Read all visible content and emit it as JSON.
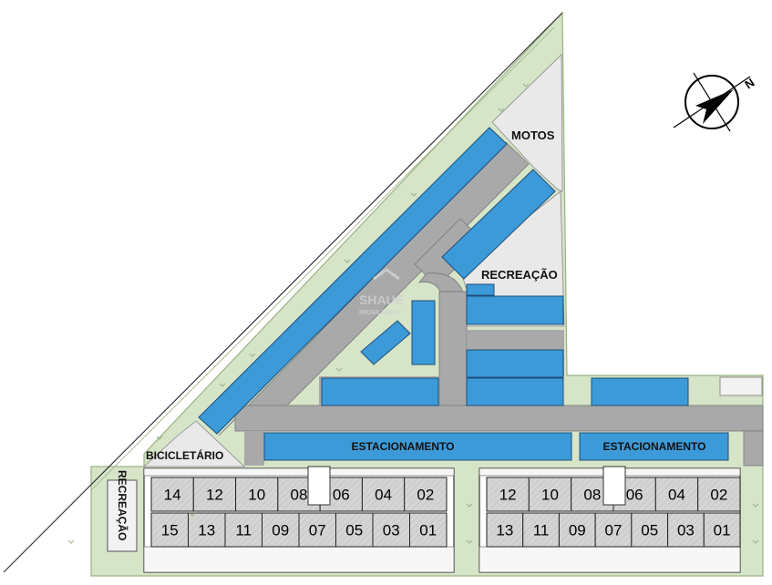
{
  "labels": {
    "motos": "MOTOS",
    "recreacao_right": "RECREAÇÃO",
    "estacionamento_left": "ESTACIONAMENTO",
    "estacionamento_right": "ESTACIONAMENTO",
    "bicicletario": "BICICLETÁRIO",
    "recreacao_left": "RECREAÇÃO"
  },
  "compass": {
    "letter": "N"
  },
  "watermark": {
    "brand": "SHAUE",
    "sub": "IMOBILIÁRIA"
  },
  "blocks": [
    {
      "name": "left",
      "top_row": [
        "14",
        "12",
        "10",
        "08",
        "06",
        "04",
        "02"
      ],
      "bottom_row": [
        "15",
        "13",
        "11",
        "09",
        "07",
        "05",
        "03",
        "01"
      ]
    },
    {
      "name": "right",
      "top_row": [
        "12",
        "10",
        "08",
        "06",
        "04",
        "02"
      ],
      "bottom_row": [
        "13",
        "11",
        "09",
        "07",
        "05",
        "03",
        "01"
      ]
    }
  ],
  "colors": {
    "green": "#d6e4c8",
    "green_edge": "#9ab382",
    "road": "#a9a9a9",
    "parking": "#3d9ad8",
    "parking_edge": "#1c4f7a",
    "light_area": "#e9e9e9",
    "unit_fill": "#d3d3d3"
  }
}
